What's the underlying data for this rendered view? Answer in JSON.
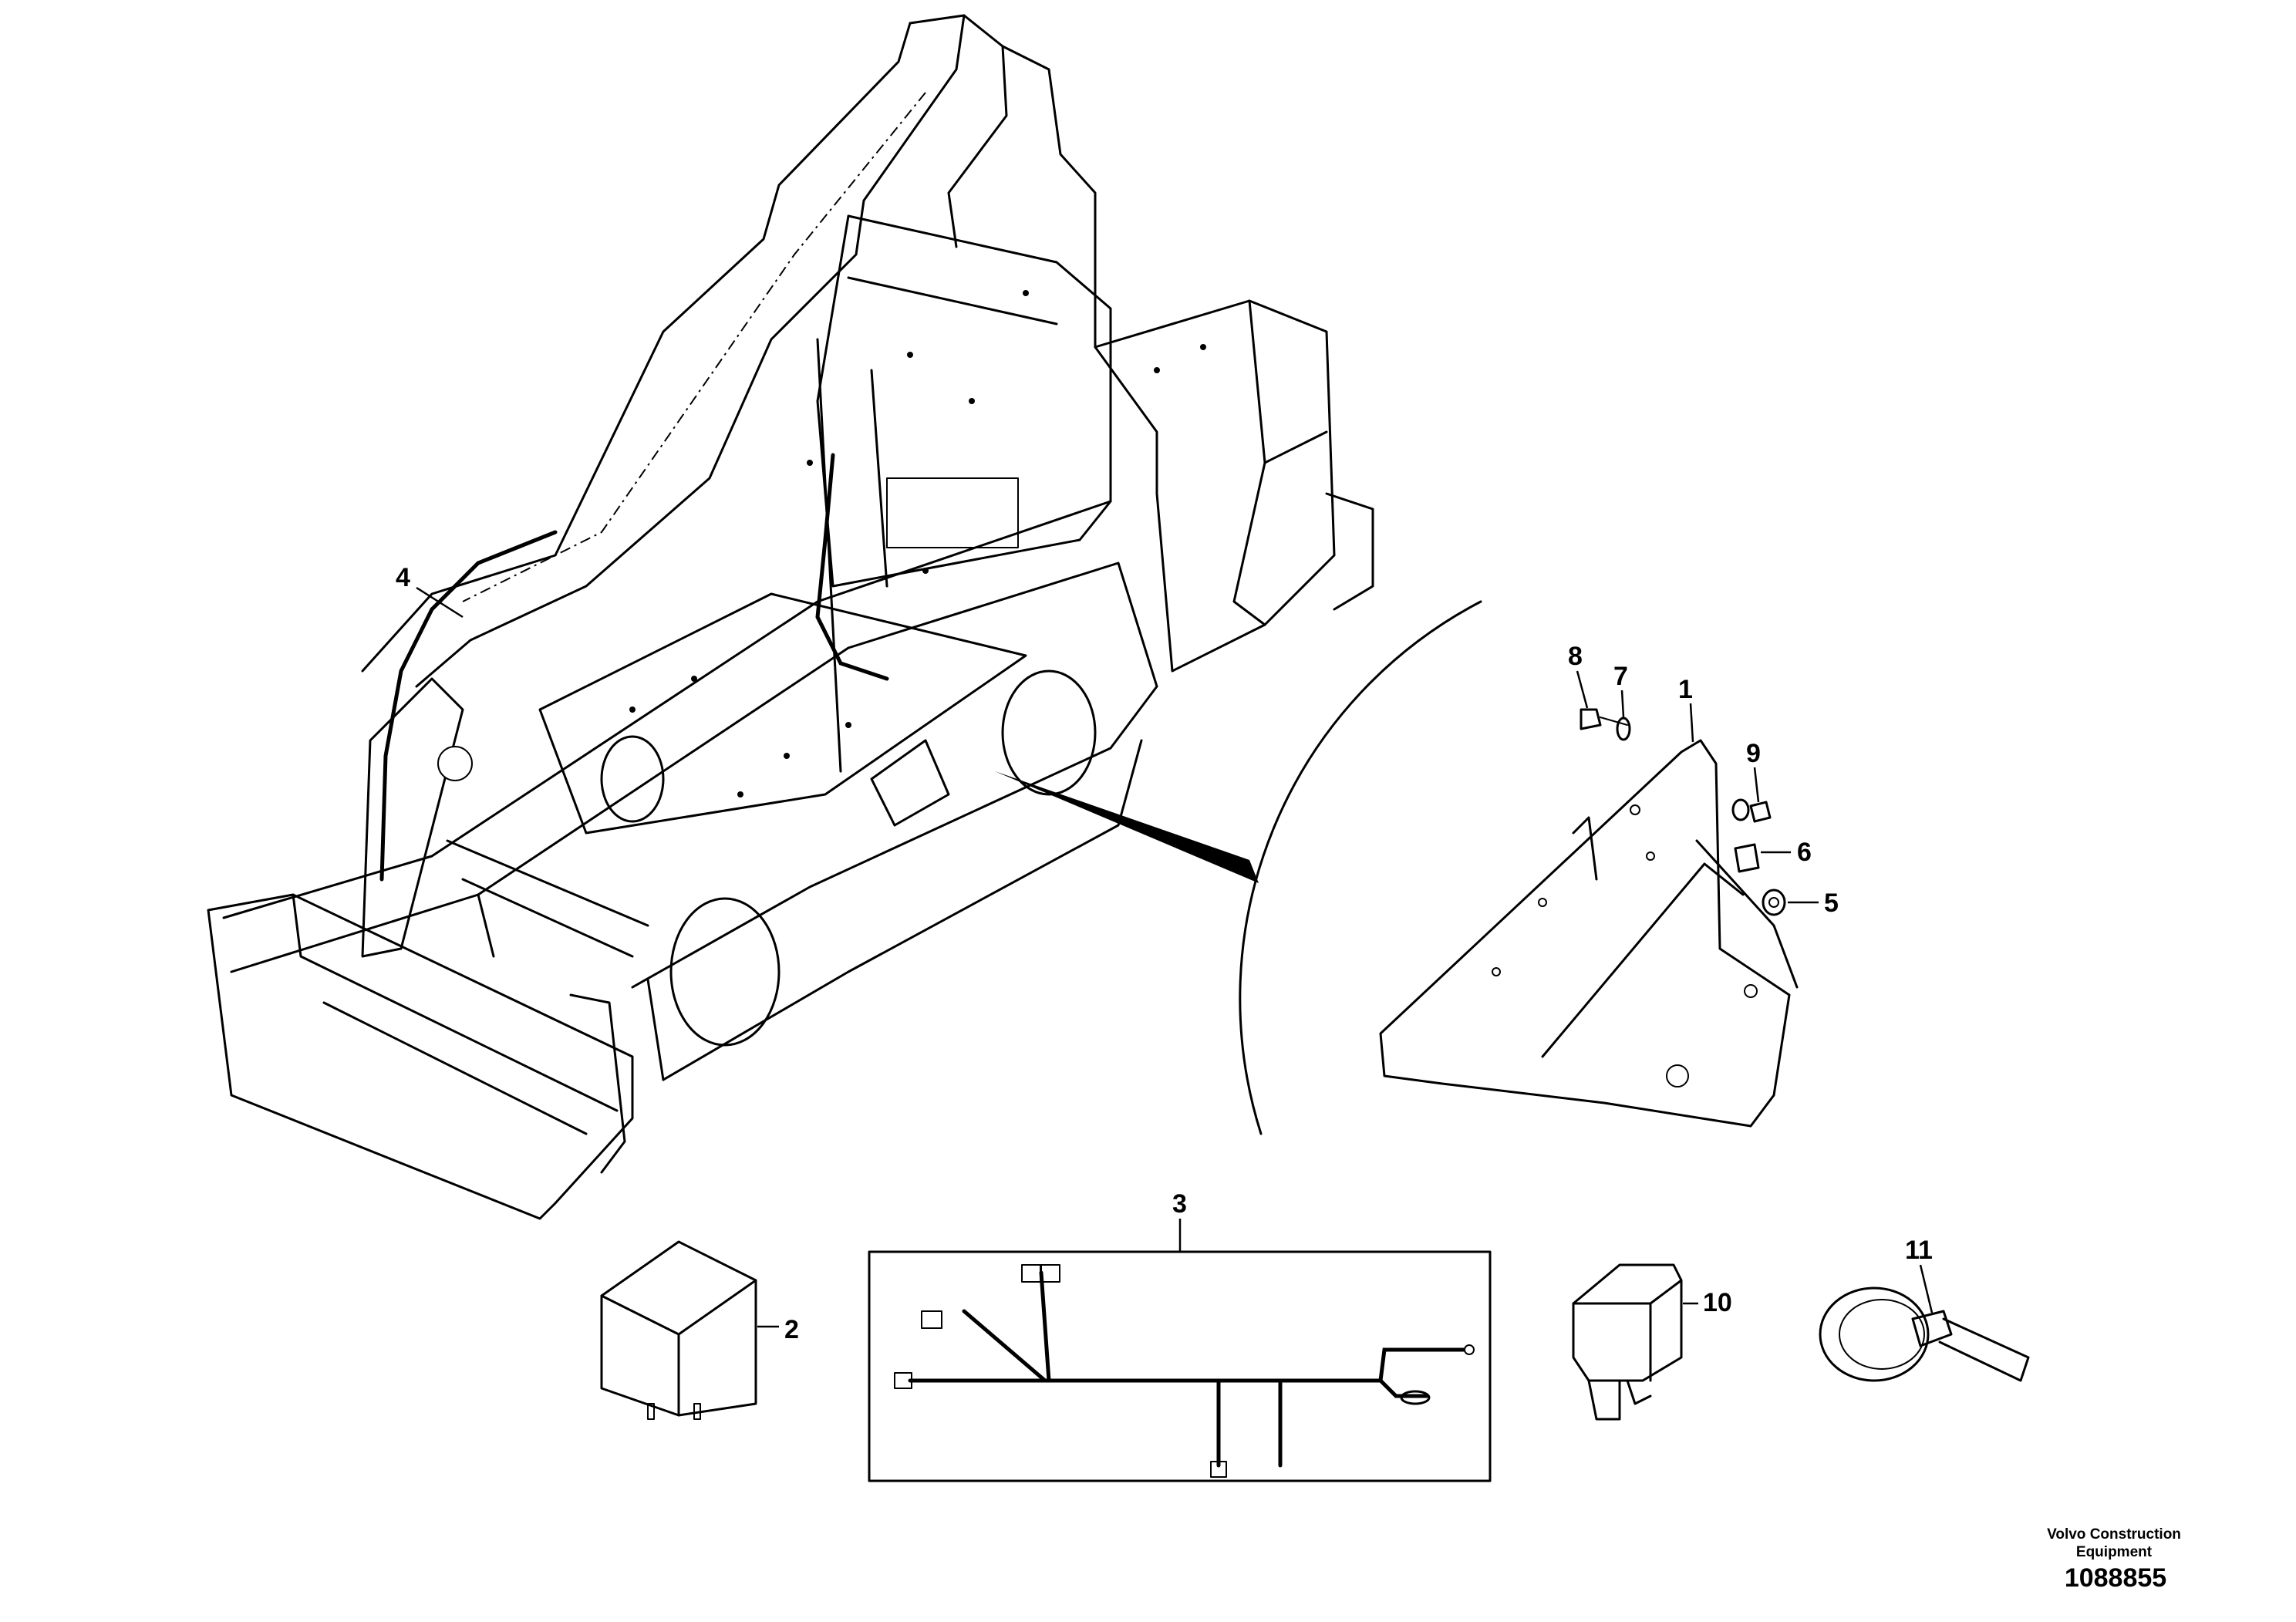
{
  "callouts": {
    "c1": "1",
    "c2": "2",
    "c3": "3",
    "c4": "4",
    "c5": "5",
    "c6": "6",
    "c7": "7",
    "c8": "8",
    "c9": "9",
    "c10": "10",
    "c11": "11"
  },
  "footer": {
    "brand_line1": "Volvo Construction",
    "brand_line2": "Equipment",
    "document_number": "1088855"
  }
}
